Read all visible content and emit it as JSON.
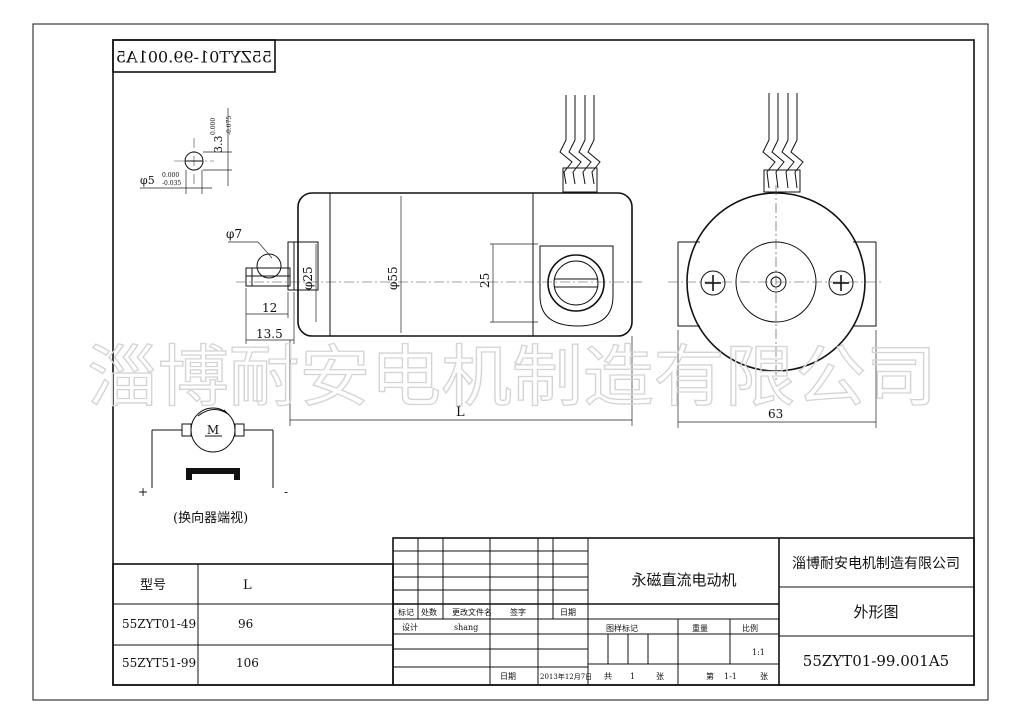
{
  "drawing_code_mirrored": "55ZYT01-99.001A5",
  "watermark": "淄博耐安电机制造有限公司",
  "detail": {
    "hole_dia": "φ5",
    "hole_tol_upper": "0.000",
    "hole_tol_lower": "-0.035",
    "flat_size": "3.3",
    "flat_tol_upper": "0.000",
    "flat_tol_lower": "-0.075"
  },
  "side_view": {
    "shaft_dia": "φ7",
    "boss_dia": "φ25",
    "body_dia": "φ55",
    "bracket_dim": "25",
    "shaft_len_1": "12",
    "shaft_len_2": "13.5",
    "length_label": "L"
  },
  "end_view": {
    "width_dim": "63"
  },
  "schematic": {
    "motor_label": "M",
    "plus": "+",
    "minus": "-",
    "caption": "(换向器端视)"
  },
  "model_table": {
    "header_model": "型号",
    "header_length": "L",
    "rows": [
      {
        "model": "55ZYT01-49",
        "length": "96"
      },
      {
        "model": "55ZYT51-99",
        "length": "106"
      }
    ]
  },
  "title_block": {
    "rev_headers": [
      "标记",
      "处数",
      "更改文件名",
      "签字",
      "日期"
    ],
    "design_label": "设计",
    "designer": "shang",
    "date_label": "日期",
    "date_value": "2013年12月7日",
    "product_name": "永磁直流电动机",
    "company": "淄博耐安电机制造有限公司",
    "drawing_title": "外形图",
    "drawing_number": "55ZYT01-99.001A5",
    "stage_label": "图样标记",
    "weight_label": "重量",
    "scale_label": "比例",
    "scale_value": "1:1",
    "total_label": "共",
    "total_value": "1",
    "sheet_unit": "张",
    "sheet_label": "第",
    "sheet_value": "1-1",
    "sheet_unit2": "张"
  }
}
